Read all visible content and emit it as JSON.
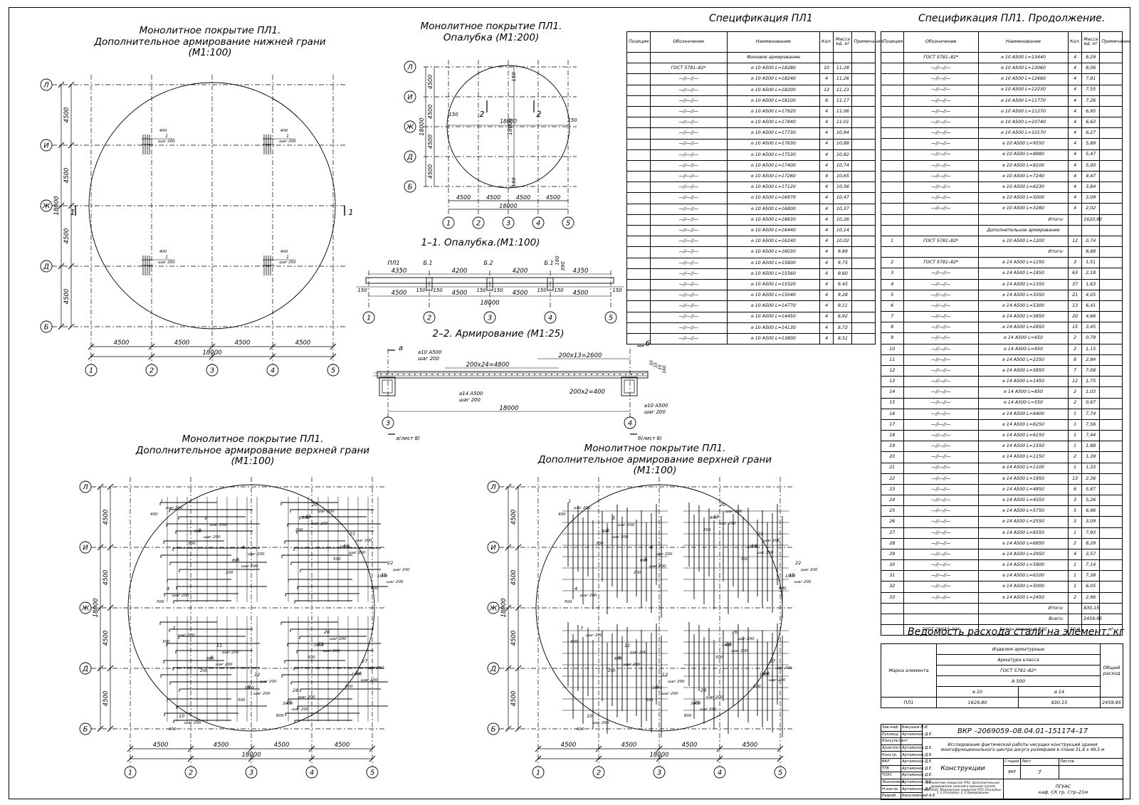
{
  "views": {
    "v1_title": "Монолитное покрытие ПЛ1.\nДополнительное армирование нижней грани\n(М1:100)",
    "v2_title": "Монолитное покрытие ПЛ1.\nОпалубка (М1:200)",
    "v3_title": "1–1. Опалубка.(М1:100)",
    "v4_title": "2–2. Армирование (М1:25)",
    "v5_title": "Монолитное покрытие ПЛ1.\nДополнительное армирование верхней грани\n(М1:100)",
    "v6_title": "Монолитное покрытие ПЛ1.\nДополнительное армирование верхней грани\n(М1:100)"
  },
  "grid": {
    "rows": [
      "Л",
      "И",
      "Ж",
      "Д",
      "Б"
    ],
    "cols": [
      "1",
      "2",
      "3",
      "4",
      "5"
    ],
    "span": "4500",
    "total": "18000",
    "section1": "1",
    "section2": "2",
    "edge150": "150"
  },
  "section11": {
    "labels": [
      "ПЛ1",
      "Б.1",
      "Б.2",
      "Б.1"
    ],
    "top_dims": [
      "4350",
      "4200",
      "4200",
      "4350"
    ],
    "small": [
      "150",
      "150",
      "150",
      "150",
      "150",
      "150",
      "150"
    ],
    "height": [
      "160",
      "390"
    ]
  },
  "section22": {
    "a": "а",
    "b": "б",
    "rebar_top": "⌀10 А500\nшаг 200",
    "rebar_bottom": "⌀14 А500\nшаг 200",
    "rebar_right": "⌀10 А500\nшаг 200",
    "dim1": "200х24=4800",
    "dim2": "200х13=2600",
    "dim3": "200х2=400",
    "ref_a": "а(лист 8)",
    "ref_b": "б(лист 8)",
    "side_dims": [
      "30",
      "35",
      "35",
      "160"
    ]
  },
  "bottom_marks": {
    "mark1": "1",
    "step": "шаг 200",
    "d400": "400"
  },
  "spec1": {
    "title": "Спецификация ПЛ1",
    "headers": [
      "Позиция",
      "Обозначение",
      "Наименование",
      "Кол.",
      "Масса ед. кг",
      "Примечание"
    ],
    "rows": [
      [
        "",
        "",
        "Фоновое армирование",
        "",
        "",
        ""
      ],
      [
        "",
        "ГОСТ 5781–82*",
        "⌀ 10 А500 L=18280",
        "10",
        "11,28",
        ""
      ],
      [
        "",
        "—//—//—",
        "⌀ 10 А500 L=18240",
        "4",
        "11,26",
        ""
      ],
      [
        "",
        "—//—//—",
        "⌀ 10 А500 L=18200",
        "12",
        "11,23",
        ""
      ],
      [
        "",
        "—//—//—",
        "⌀ 10 А500 L=18100",
        "8",
        "11,17",
        ""
      ],
      [
        "",
        "—//—//—",
        "⌀ 10 А500 L=17920",
        "4",
        "11,06",
        ""
      ],
      [
        "",
        "—//—//—",
        "⌀ 10 А500 L=17840",
        "4",
        "11,01",
        ""
      ],
      [
        "",
        "—//—//—",
        "⌀ 10 А500 L=17730",
        "4",
        "10,94",
        ""
      ],
      [
        "",
        "—//—//—",
        "⌀ 10 А500 L=17630",
        "4",
        "10,88",
        ""
      ],
      [
        "",
        "—//—//—",
        "⌀ 10 А500 L=17530",
        "4",
        "10,82",
        ""
      ],
      [
        "",
        "—//—//—",
        "⌀ 10 А500 L=17400",
        "4",
        "10,74",
        ""
      ],
      [
        "",
        "—//—//—",
        "⌀ 10 А500 L=17260",
        "4",
        "10,65",
        ""
      ],
      [
        "",
        "—//—//—",
        "⌀ 10 А500 L=17120",
        "4",
        "10,56",
        ""
      ],
      [
        "",
        "—//—//—",
        "⌀ 10 А500 L=16970",
        "4",
        "10,47",
        ""
      ],
      [
        "",
        "—//—//—",
        "⌀ 10 А500 L=16800",
        "4",
        "10,37",
        ""
      ],
      [
        "",
        "—//—//—",
        "⌀ 10 А500 L=16630",
        "4",
        "10,26",
        ""
      ],
      [
        "",
        "—//—//—",
        "⌀ 10 А500 L=16440",
        "4",
        "10,14",
        ""
      ],
      [
        "",
        "—//—//—",
        "⌀ 10 А500 L=16240",
        "4",
        "10,02",
        ""
      ],
      [
        "",
        "—//—//—",
        "⌀ 10 А500 L=16030",
        "4",
        "9,89",
        ""
      ],
      [
        "",
        "—//—//—",
        "⌀ 10 А500 L=15800",
        "4",
        "9,75",
        ""
      ],
      [
        "",
        "—//—//—",
        "⌀ 10 А500 L=15560",
        "4",
        "9,60",
        ""
      ],
      [
        "",
        "—//—//—",
        "⌀ 10 А500 L=15320",
        "4",
        "9,45",
        ""
      ],
      [
        "",
        "—//—//—",
        "⌀ 10 А500 L=15040",
        "4",
        "9,28",
        ""
      ],
      [
        "",
        "—//—//—",
        "⌀ 10 А500 L=14770",
        "4",
        "9,11",
        ""
      ],
      [
        "",
        "—//—//—",
        "⌀ 10 А500 L=14450",
        "4",
        "8,92",
        ""
      ],
      [
        "",
        "—//—//—",
        "⌀ 10 А500 L=14130",
        "4",
        "8,72",
        ""
      ],
      [
        "",
        "—//—//—",
        "⌀ 10 А500 L=13800",
        "4",
        "8,51",
        ""
      ]
    ]
  },
  "spec2": {
    "title": "Спецификация ПЛ1. Продолжение.",
    "headers": [
      "Позиция",
      "Обозначение",
      "Наименование",
      "Кол.",
      "Масса ед. кг",
      "Примечание"
    ],
    "rows": [
      [
        "",
        "ГОСТ 5781–82*",
        "⌀ 10 А500 L=13440",
        "4",
        "8,29",
        ""
      ],
      [
        "",
        "—//—//—",
        "⌀ 10 А500 L=13060",
        "4",
        "8,06",
        ""
      ],
      [
        "",
        "—//—//—",
        "⌀ 10 А500 L=12660",
        "4",
        "7,81",
        ""
      ],
      [
        "",
        "—//—//—",
        "⌀ 10 А500 L=12230",
        "4",
        "7,55",
        ""
      ],
      [
        "",
        "—//—//—",
        "⌀ 10 А500 L=11770",
        "4",
        "7,26",
        ""
      ],
      [
        "",
        "—//—//—",
        "⌀ 10 А500 L=11270",
        "4",
        "6,95",
        ""
      ],
      [
        "",
        "—//—//—",
        "⌀ 10 А500 L=10740",
        "4",
        "6,63",
        ""
      ],
      [
        "",
        "—//—//—",
        "⌀ 10 А500 L=10170",
        "4",
        "6,27",
        ""
      ],
      [
        "",
        "—//—//—",
        "⌀ 10 А500 L=9550",
        "4",
        "5,89",
        ""
      ],
      [
        "",
        "—//—//—",
        "⌀ 10 А500 L=8880",
        "4",
        "5,47",
        ""
      ],
      [
        "",
        "—//—//—",
        "⌀ 10 А500 L=8100",
        "4",
        "5,00",
        ""
      ],
      [
        "",
        "—//—//—",
        "⌀ 10 А500 L=7240",
        "4",
        "4,47",
        ""
      ],
      [
        "",
        "—//—//—",
        "⌀ 10 А500 L=6230",
        "4",
        "3,84",
        ""
      ],
      [
        "",
        "—//—//—",
        "⌀ 10 А500 L=5000",
        "4",
        "3,09",
        ""
      ],
      [
        "",
        "—//—//—",
        "⌀ 10 А500 L=3280",
        "4",
        "2,02",
        ""
      ],
      [
        "",
        "",
        "Итого:",
        "",
        "1620,92",
        ""
      ],
      [
        "",
        "",
        "Дополнительное армирование",
        "",
        "",
        ""
      ],
      [
        "1",
        "ГОСТ 5781–82*",
        "⌀ 10 А500 L=1200",
        "12",
        "0,74",
        ""
      ],
      [
        "",
        "",
        "Итого:",
        "",
        "8,88",
        ""
      ],
      [
        "2",
        "ГОСТ 5781–82*",
        "⌀ 14 А500 L=1250",
        "3",
        "1,51",
        ""
      ],
      [
        "3",
        "—//—//—",
        "⌀ 14 А500 L=1850",
        "63",
        "2,18",
        ""
      ],
      [
        "4",
        "—//—//—",
        "⌀ 14 А500 L=1350",
        "37",
        "1,63",
        ""
      ],
      [
        "5",
        "—//—//—",
        "⌀ 14 А500 L=3350",
        "21",
        "4,05",
        ""
      ],
      [
        "6",
        "—//—//—",
        "⌀ 14 А500 L=5300",
        "13",
        "6,41",
        ""
      ],
      [
        "7",
        "—//—//—",
        "⌀ 14 А500 L=3850",
        "20",
        "4,66",
        ""
      ],
      [
        "8",
        "—//—//—",
        "⌀ 14 А500 L=2850",
        "15",
        "3,45",
        ""
      ],
      [
        "9",
        "—//—//—",
        "⌀ 14 А500 L=650",
        "2",
        "0,79",
        ""
      ],
      [
        "10",
        "—//—//—",
        "⌀ 14 А500 L=950",
        "2",
        "1,15",
        ""
      ],
      [
        "11",
        "—//—//—",
        "⌀ 14 А500 L=2350",
        "8",
        "2,84",
        ""
      ],
      [
        "12",
        "—//—//—",
        "⌀ 14 А500 L=5850",
        "7",
        "7,08",
        ""
      ],
      [
        "13",
        "—//—//—",
        "⌀ 14 А500 L=1450",
        "12",
        "1,75",
        ""
      ],
      [
        "14",
        "—//—//—",
        "⌀ 14 А500 L=850",
        "2",
        "1,03",
        ""
      ],
      [
        "15",
        "—//—//—",
        "⌀ 14 А500 L=550",
        "2",
        "0,67",
        ""
      ],
      [
        "16",
        "—//—//—",
        "⌀ 14 А500 L=6400",
        "1",
        "7,74",
        ""
      ],
      [
        "17",
        "—//—//—",
        "⌀ 14 А500 L=6250",
        "1",
        "7,56",
        ""
      ],
      [
        "18",
        "—//—//—",
        "⌀ 14 А500 L=6150",
        "1",
        "7,44",
        ""
      ],
      [
        "19",
        "—//—//—",
        "⌀ 14 А500 L=1550",
        "1",
        "1,88",
        ""
      ],
      [
        "20",
        "—//—//—",
        "⌀ 14 А500 L=1150",
        "2",
        "1,39",
        ""
      ],
      [
        "21",
        "—//—//—",
        "⌀ 14 А500 L=1100",
        "1",
        "1,33",
        ""
      ],
      [
        "22",
        "—//—//—",
        "⌀ 14 А500 L=1950",
        "13",
        "2,36",
        ""
      ],
      [
        "23",
        "—//—//—",
        "⌀ 14 А500 L=4850",
        "6",
        "5,87",
        ""
      ],
      [
        "24",
        "—//—//—",
        "⌀ 14 А500 L=4350",
        "3",
        "5,26",
        ""
      ],
      [
        "25",
        "—//—//—",
        "⌀ 14 А500 L=5750",
        "5",
        "6,96",
        ""
      ],
      [
        "26",
        "—//—//—",
        "⌀ 14 А500 L=2550",
        "3",
        "3,09",
        ""
      ],
      [
        "27",
        "—//—//—",
        "⌀ 14 А500 L=6550",
        "1",
        "7,93",
        ""
      ],
      [
        "28",
        "—//—//—",
        "⌀ 14 А500 L=6850",
        "2",
        "8,29",
        ""
      ],
      [
        "29",
        "—//—//—",
        "⌀ 14 А500 L=2950",
        "4",
        "3,57",
        ""
      ],
      [
        "30",
        "—//—//—",
        "⌀ 14 А500 L=5900",
        "1",
        "7,14",
        ""
      ],
      [
        "31",
        "—//—//—",
        "⌀ 14 А500 L=6100",
        "1",
        "7,38",
        ""
      ],
      [
        "32",
        "—//—//—",
        "⌀ 14 А500 L=5000",
        "1",
        "6,05",
        ""
      ],
      [
        "33",
        "—//—//—",
        "⌀ 14 А500 L=2450",
        "2",
        "2,96",
        ""
      ],
      [
        "",
        "",
        "Итого:",
        "",
        "830,15",
        ""
      ],
      [
        "",
        "",
        "Всего:",
        "",
        "2459,95",
        ""
      ],
      [
        "",
        "ГОСТ 26633–91*",
        "Бетон тяжелый В20",
        "50,0",
        "",
        "м³"
      ]
    ]
  },
  "steel": {
    "title": "Ведомость расхода стали на элемент, кг",
    "mark_label": "Марка элемента",
    "h1": "Изделия арматурные",
    "h2": "Арматура класса",
    "h3": "ГОСТ 5781–82*",
    "h4": "А 500",
    "d10": "⌀ 10",
    "d14": "⌀ 14",
    "total_label": "Общий расход",
    "row_mark": "ПЛ1",
    "v10": "1629,80",
    "v14": "830,15",
    "vtotal": "2459,95"
  },
  "stamp": {
    "code": "ВКР –2069059–08.04.01–151174–17",
    "project": "Исследование фактической работы несущих конструкций здания многофункционального центра досуга размерами в плане 31,6 х 49,5 м",
    "section": "Конструкции",
    "sheet_desc": "Монолитное покрытие ПЛ1. Дополнительное армирование нижней и верхней граней (М1:100); Монолитное покрытие ПЛ1.Опалубка; 1–1.Опалубка; 2–2.Армирование",
    "stage_h": "Стадия",
    "sheet_h": "Лист",
    "sheets_h": "Листов",
    "stage": "ВКР",
    "sheet": "7",
    "sheets": "",
    "org": "ПГУАС\nкаф. СК гр. Стр–21м",
    "roles": [
      "Зав.каф.",
      "Руковод.",
      "Консультант",
      "Архитект.",
      "Констр.",
      "ВКР",
      "ТГВ",
      "ТОУС",
      "Экономика",
      "Н.контр.",
      "Разраб."
    ],
    "names": [
      "Бакушев Н.И.",
      "Артамонов Д.Е.",
      "",
      "Артамонов Д.Е.",
      "Артамонов Д.Е.",
      "Артамонов Д.Е.",
      "Артамонов Д.Е.",
      "Артамонов Д.Е.",
      "Артамонов Д.Е.",
      "Артамонов Д.Е.",
      "Киселевский А.Е."
    ]
  },
  "callouts": {
    "step200": "шаг 200",
    "nums5": [
      "1",
      "2",
      "3",
      "4",
      "5",
      "6",
      "7",
      "8",
      "9",
      "10",
      "11",
      "12",
      "13",
      "14",
      "15",
      "20",
      "21",
      "22",
      "23",
      "24",
      "25",
      "26",
      "27",
      "28",
      "29",
      "30",
      "31",
      "32",
      "33"
    ],
    "dims5": [
      "400",
      "300",
      "200",
      "500",
      "600",
      "800",
      "1600",
      "1000",
      "3000",
      "2000",
      "2100"
    ]
  }
}
